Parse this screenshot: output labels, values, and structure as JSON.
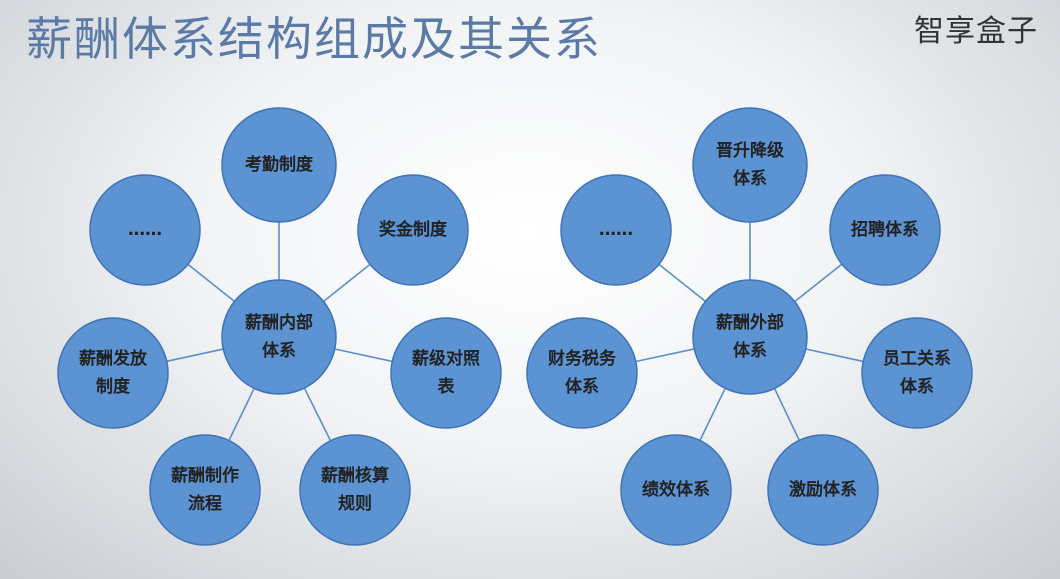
{
  "title": "薪酬体系结构组成及其关系",
  "logo": "智享盒子",
  "colors": {
    "node_fill": "#5b93d3",
    "node_stroke": "#3e74b6",
    "title": "#5b7aa6",
    "connector": "#5b8fcc"
  },
  "diagrams": [
    {
      "id": "internal",
      "hub": [
        "薪酬内部",
        "体系"
      ],
      "nodes": [
        {
          "id": "kaoqin",
          "lines": [
            "考勤制度"
          ]
        },
        {
          "id": "jiangjin",
          "lines": [
            "奖金制度"
          ]
        },
        {
          "id": "xinji",
          "lines": [
            "薪级对照",
            "表"
          ]
        },
        {
          "id": "hesuan",
          "lines": [
            "薪酬核算",
            "规则"
          ]
        },
        {
          "id": "zhizuo",
          "lines": [
            "薪酬制作",
            "流程"
          ]
        },
        {
          "id": "fafang",
          "lines": [
            "薪酬发放",
            "制度"
          ]
        },
        {
          "id": "more",
          "lines": [
            "……"
          ]
        }
      ]
    },
    {
      "id": "external",
      "hub": [
        "薪酬外部",
        "体系"
      ],
      "nodes": [
        {
          "id": "jinsheng",
          "lines": [
            "晋升降级",
            "体系"
          ]
        },
        {
          "id": "zhaopin",
          "lines": [
            "招聘体系"
          ]
        },
        {
          "id": "yuangong",
          "lines": [
            "员工关系",
            "体系"
          ]
        },
        {
          "id": "jili",
          "lines": [
            "激励体系"
          ]
        },
        {
          "id": "jixiao",
          "lines": [
            "绩效体系"
          ]
        },
        {
          "id": "caiwu",
          "lines": [
            "财务税务",
            "体系"
          ]
        },
        {
          "id": "more",
          "lines": [
            "……"
          ]
        }
      ]
    }
  ]
}
